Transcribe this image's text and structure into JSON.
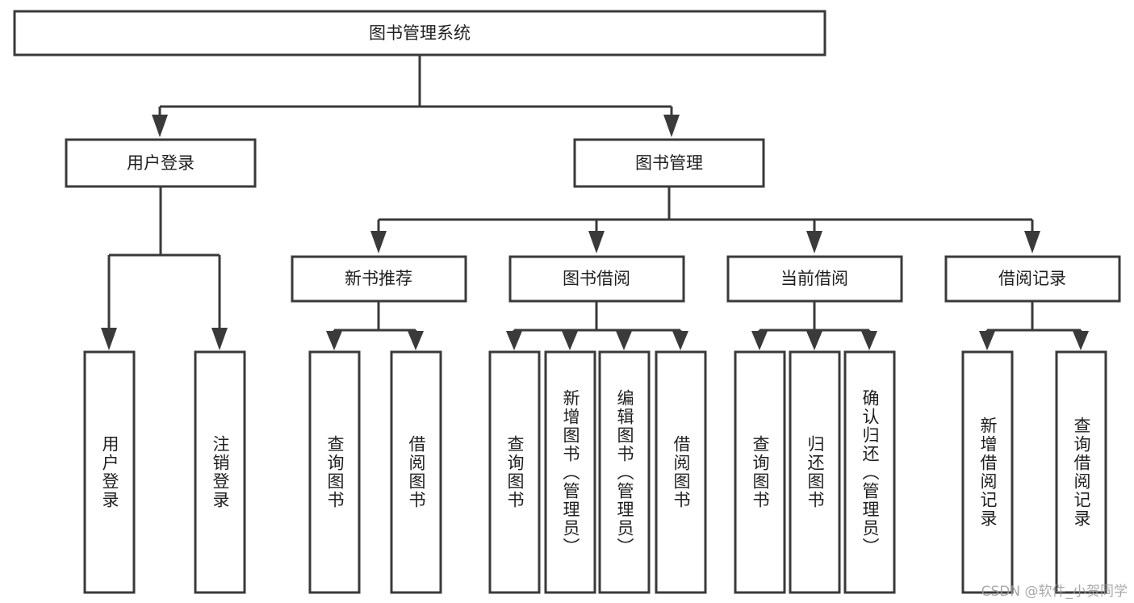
{
  "diagram": {
    "title": "图书管理系统",
    "watermark": "CSDN @软件_小贺同学",
    "colors": {
      "stroke": "#3a3a3a",
      "fill": "#ffffff",
      "text": "#1f1f1f",
      "watermark": "#9b9b9b"
    },
    "root": {
      "label": "图书管理系统"
    },
    "level2": [
      {
        "label": "用户登录"
      },
      {
        "label": "图书管理"
      }
    ],
    "level3": [
      {
        "label": "新书推荐"
      },
      {
        "label": "图书借阅"
      },
      {
        "label": "当前借阅"
      },
      {
        "label": "借阅记录"
      }
    ],
    "leaves": {
      "user_login": [
        {
          "label": "用户登录"
        },
        {
          "label": "注销登录"
        }
      ],
      "new_book_recommend": [
        {
          "label": "查询图书"
        },
        {
          "label": "借阅图书"
        }
      ],
      "book_borrow": [
        {
          "label": "查询图书"
        },
        {
          "label": "新增图书（管理员）"
        },
        {
          "label": "编辑图书（管理员）"
        },
        {
          "label": "借阅图书"
        }
      ],
      "current_borrow": [
        {
          "label": "查询图书"
        },
        {
          "label": "归还图书"
        },
        {
          "label": "确认归还（管理员）"
        }
      ],
      "borrow_record": [
        {
          "label": "新增借阅记录"
        },
        {
          "label": "查询借阅记录"
        }
      ]
    }
  }
}
